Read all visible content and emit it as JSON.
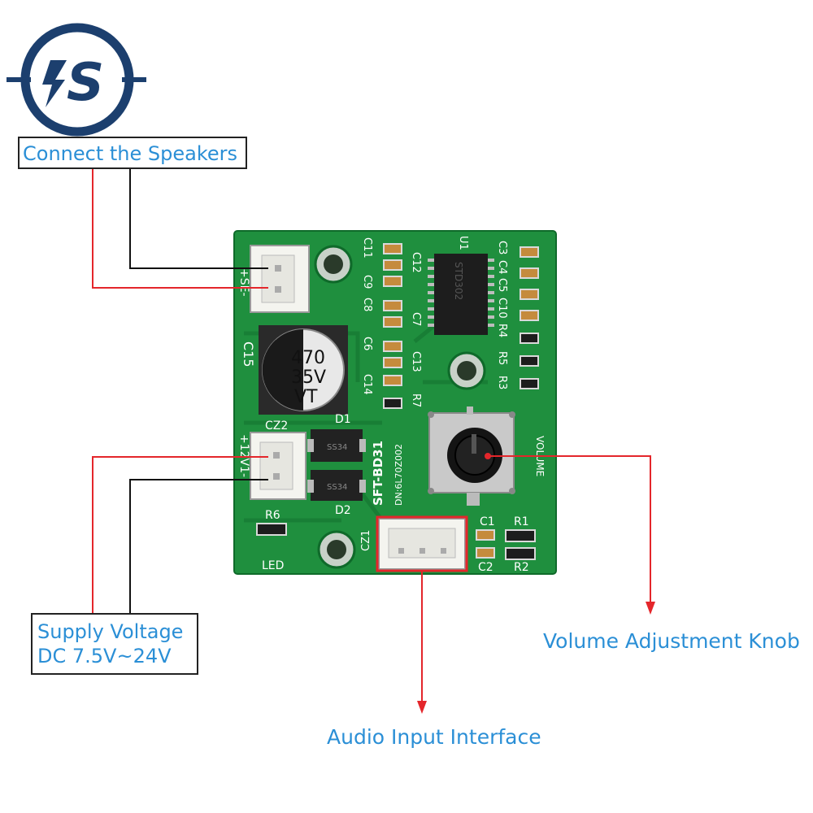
{
  "logo": {
    "letters": "S",
    "colors": {
      "ring": "#1c3f6e",
      "bolt": "#1c3f6e"
    }
  },
  "labels": {
    "speakers": "Connect the Speakers",
    "supply_line1": "Supply Voltage",
    "supply_line2": "DC 7.5V~24V",
    "volume": "Volume Adjustment Knob",
    "audio_input": "Audio Input Interface"
  },
  "board": {
    "model": "SFT-BD31",
    "dn": "DN:6L70Z002",
    "chip_marking": "STD302",
    "capacitor_value": "470",
    "capacitor_voltage": "35V",
    "capacitor_series": "VT",
    "silkscreen": {
      "speaker_conn": "+SE-",
      "power_conn": "+12V1-",
      "led": "LED",
      "volume": "VOLUME",
      "r6": "R6",
      "cz2": "CZ2",
      "cz1": "CZ1",
      "d1": "D1",
      "d2": "D2",
      "c15": "C15",
      "c11": "C11",
      "c9": "C9",
      "c8": "C8",
      "c6": "C6",
      "c14": "C14",
      "c12": "C12",
      "c7": "C7",
      "c13": "C13",
      "r7": "R7",
      "u1": "U1",
      "c3": "C3",
      "c4": "C4",
      "c5": "C5",
      "c10": "C10",
      "r4": "R4",
      "r5": "R5",
      "r3": "R3",
      "c1": "C1",
      "c2": "C2",
      "r1": "R1",
      "r2": "R2",
      "diode_mark": "SS34"
    }
  },
  "colors": {
    "label_text": "#2b8fd6",
    "wire_red": "#e4262b",
    "wire_black": "#111111",
    "pcb": "#1f8f3e"
  }
}
